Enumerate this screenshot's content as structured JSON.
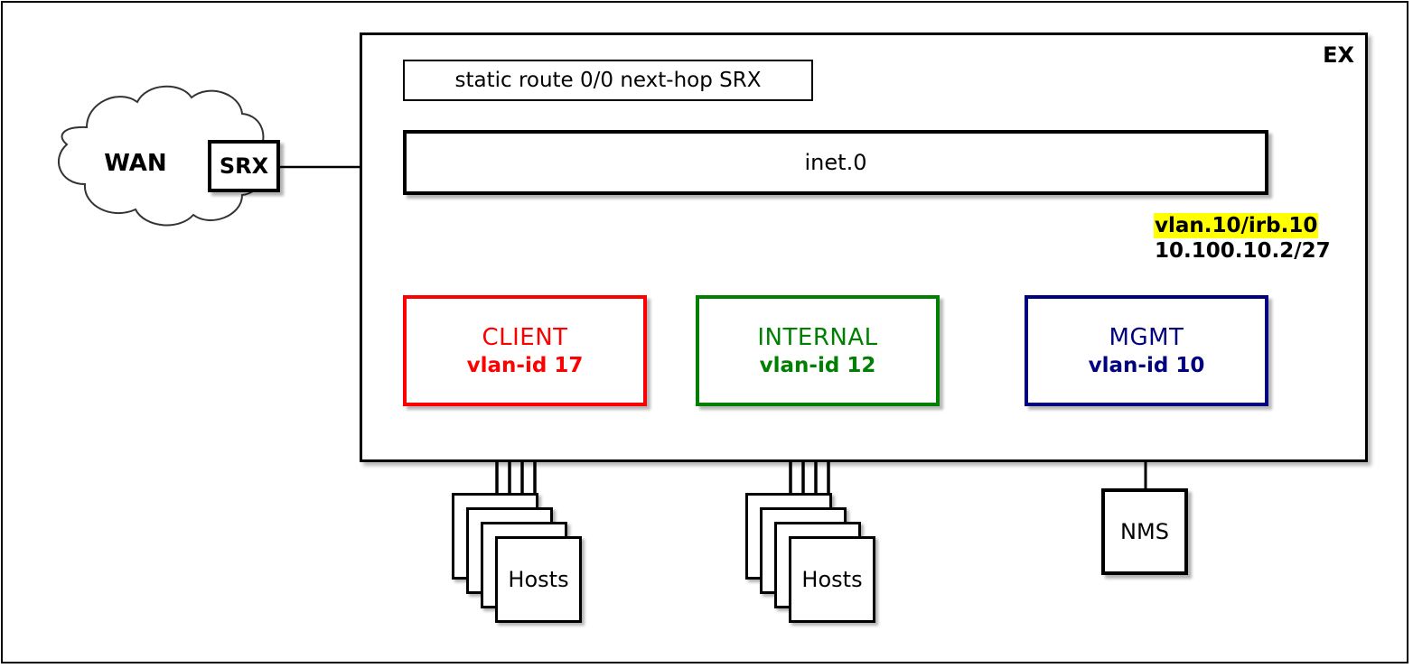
{
  "diagram": {
    "title": "EX switch VLAN / routing topology",
    "colors": {
      "client": "#ff0000",
      "internal": "#008000",
      "mgmt": "#000080",
      "line": "#000000",
      "highlight": "#ffff00",
      "background": "#ffffff"
    }
  },
  "wan": {
    "label": "WAN",
    "icon": "cloud-icon"
  },
  "srx": {
    "label": "SRX"
  },
  "ex": {
    "label": "EX",
    "static_route": {
      "label": "static route 0/0 next-hop SRX"
    },
    "routing_table": {
      "label": "inet.0"
    },
    "irb": {
      "interface": "vlan.10/irb.10",
      "address": "10.100.10.2/27"
    },
    "vlans": [
      {
        "name": "CLIENT",
        "vlan_id_label": "vlan-id 17",
        "vlan_id": 17,
        "color": "#ff0000",
        "endpoint_label": "Hosts",
        "endpoint_count": 4,
        "uplinks": 4
      },
      {
        "name": "INTERNAL",
        "vlan_id_label": "vlan-id 12",
        "vlan_id": 12,
        "color": "#008000",
        "endpoint_label": "Hosts",
        "endpoint_count": 4,
        "uplinks": 4
      },
      {
        "name": "MGMT",
        "vlan_id_label": "vlan-id 10",
        "vlan_id": 10,
        "color": "#000080",
        "endpoint_label": "NMS",
        "endpoint_count": 1,
        "uplinks": 1
      }
    ]
  }
}
